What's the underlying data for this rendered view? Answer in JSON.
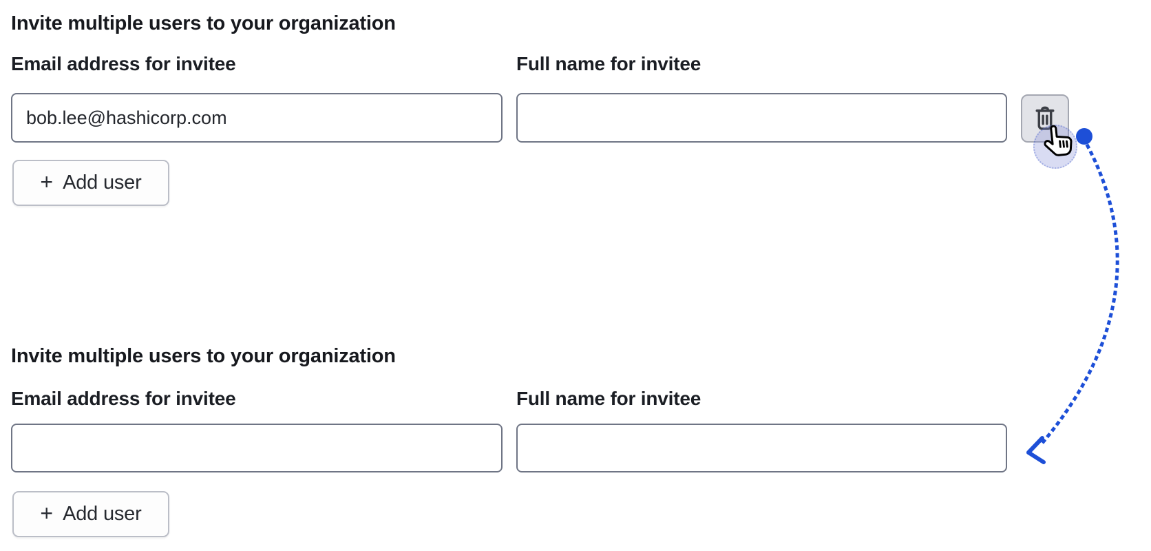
{
  "colors": {
    "accent_blue": "#1d4fd7",
    "input_border": "#6f7585",
    "button_border": "#bbbec7",
    "icon_button_bg": "#e2e3e8",
    "heading_text": "#17191e"
  },
  "sections": [
    {
      "heading": "Invite multiple users to your organization",
      "email_field": {
        "label": "Email address for invitee",
        "value": "bob.lee@hashicorp.com"
      },
      "name_field": {
        "label": "Full name for invitee",
        "value": ""
      },
      "add_button": {
        "plus": "+",
        "label": "Add user"
      }
    },
    {
      "heading": "Invite multiple users to your organization",
      "email_field": {
        "label": "Email address for invitee",
        "value": ""
      },
      "name_field": {
        "label": "Full name for invitee",
        "value": ""
      },
      "add_button": {
        "plus": "+",
        "label": "Add user"
      }
    }
  ],
  "annotation": {
    "meaning": "clicking trash button removes the filled row, resulting in empty form below",
    "arrow_color": "#1d4fd7"
  }
}
